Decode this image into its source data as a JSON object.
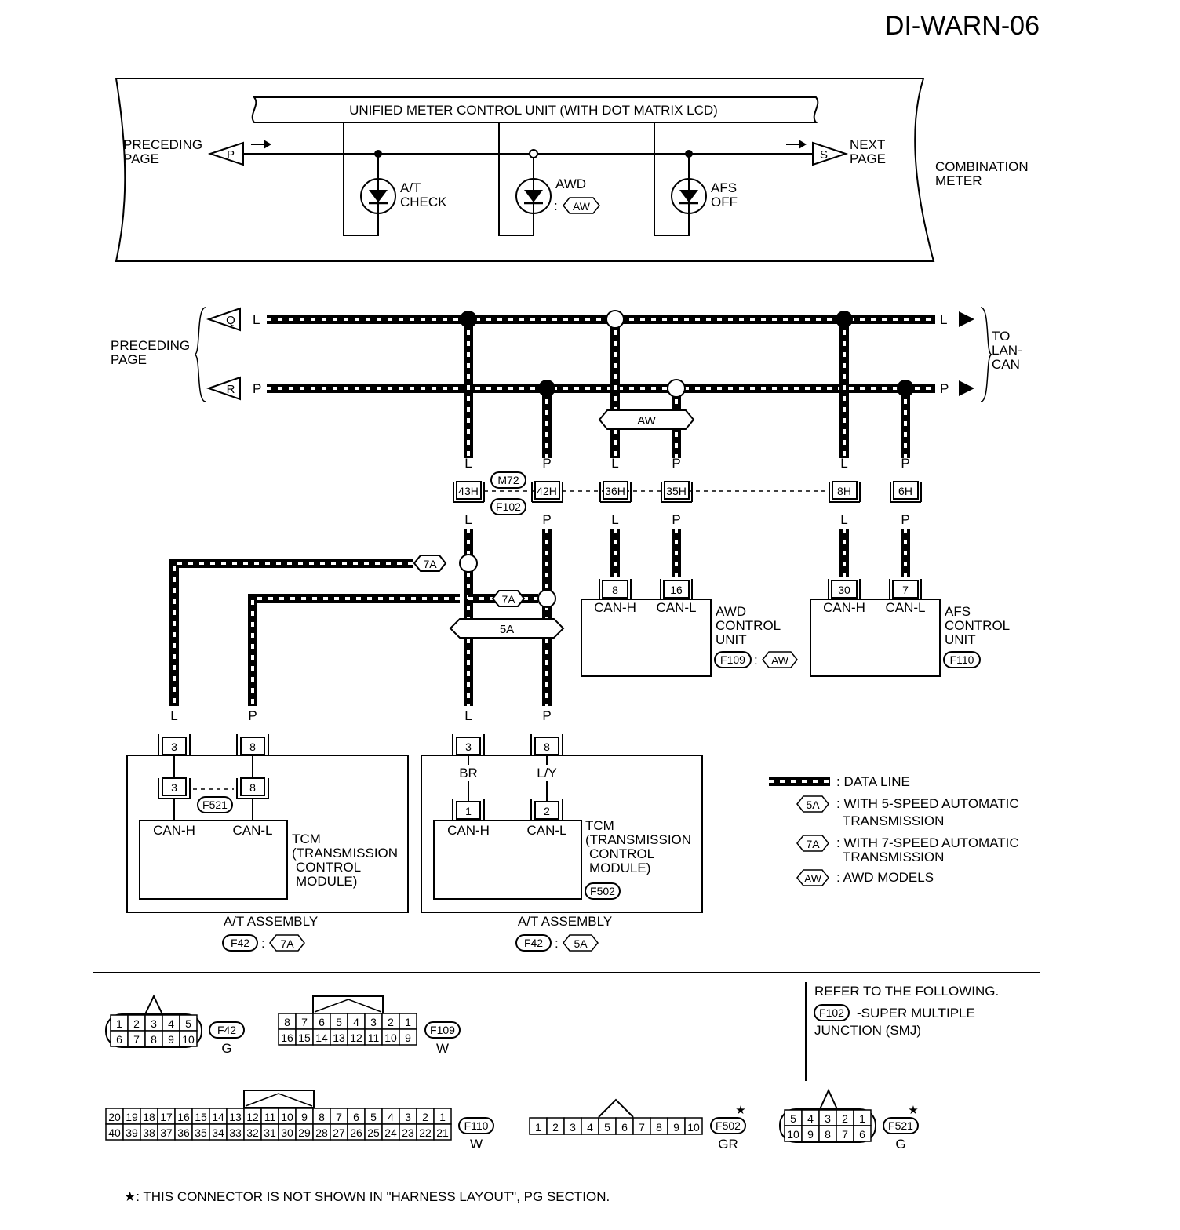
{
  "page_id": "DI-WARN-06",
  "combination_meter": {
    "label_1": "COMBINATION",
    "label_2": "METER",
    "unit_label": "UNIFIED METER CONTROL UNIT (WITH DOT MATRIX LCD)",
    "preceding_1": "PRECEDING",
    "preceding_2": "PAGE",
    "next_1": "NEXT",
    "next_2": "PAGE",
    "conn_in": "P",
    "conn_out": "S",
    "lamp_at_1": "A/T",
    "lamp_at_2": "CHECK",
    "lamp_awd": "AWD",
    "lamp_awd_colon": ":",
    "lamp_afs_1": "AFS",
    "lamp_afs_2": "OFF"
  },
  "can_bus": {
    "preceding_1": "PRECEDING",
    "preceding_2": "PAGE",
    "conn_q": "Q",
    "conn_r": "R",
    "to_1": "TO",
    "to_2": "LAN-",
    "to_3": "CAN",
    "wire_l": "L",
    "wire_p": "P",
    "aw_band": "AW",
    "band_5a": "5A",
    "tag_7a": "7A",
    "m72": "M72",
    "f102": "F102",
    "terminals": [
      "43H",
      "42H",
      "36H",
      "35H",
      "8H",
      "6H"
    ]
  },
  "units": {
    "awd": {
      "name_1": "AWD",
      "name_2": "CONTROL",
      "name_3": "UNIT",
      "conn": "F109",
      "colon": ":",
      "variant": "AW",
      "pins": [
        "8",
        "16"
      ],
      "pin_labels": [
        "CAN-H",
        "CAN-L"
      ]
    },
    "afs": {
      "name_1": "AFS",
      "name_2": "CONTROL",
      "name_3": "UNIT",
      "conn": "F110",
      "pins": [
        "30",
        "7"
      ],
      "pin_labels": [
        "CAN-H",
        "CAN-L"
      ]
    },
    "tcm7": {
      "assembly": "A/T ASSEMBLY",
      "conn": "F42",
      "colon": ":",
      "variant": "7A",
      "inner_conn": "F521",
      "pins": [
        "3",
        "8"
      ],
      "inner_pins": [
        "3",
        "8"
      ],
      "pin_labels": [
        "CAN-H",
        "CAN-L"
      ],
      "wires": [
        "L",
        "P"
      ],
      "name_1": "TCM",
      "name_2": "(TRANSMISSION",
      "name_3": "CONTROL",
      "name_4": "MODULE)"
    },
    "tcm5": {
      "assembly": "A/T ASSEMBLY",
      "conn": "F42",
      "colon": ":",
      "variant": "5A",
      "inner_conn": "F502",
      "pins": [
        "3",
        "8"
      ],
      "inner_pins": [
        "1",
        "2"
      ],
      "pin_labels": [
        "CAN-H",
        "CAN-L"
      ],
      "wires": [
        "L",
        "P"
      ],
      "inner_wires": [
        "BR",
        "L/Y"
      ],
      "name_1": "TCM",
      "name_2": "(TRANSMISSION",
      "name_3": "CONTROL",
      "name_4": "MODULE)"
    }
  },
  "legend": {
    "data_line": ": DATA LINE",
    "sym_5a": "5A",
    "text_5a_1": ": WITH 5-SPEED AUTOMATIC",
    "text_5a_2": "TRANSMISSION",
    "sym_7a": "7A",
    "text_7a_1": ": WITH 7-SPEED AUTOMATIC",
    "text_7a_2": "TRANSMISSION",
    "sym_aw": "AW",
    "text_aw": ": AWD MODELS"
  },
  "refer": {
    "line_1": "REFER TO THE FOLLOWING.",
    "conn": "F102",
    "line_2": "-SUPER MULTIPLE",
    "line_3": "JUNCTION (SMJ)"
  },
  "connectors": {
    "f42": {
      "id": "F42",
      "color": "G",
      "top": [
        "1",
        "2",
        "3",
        "4",
        "5"
      ],
      "bottom": [
        "6",
        "7",
        "8",
        "9",
        "10"
      ]
    },
    "f109": {
      "id": "F109",
      "color": "W",
      "top": [
        "8",
        "7",
        "6",
        "5",
        "4",
        "3",
        "2",
        "1"
      ],
      "bottom": [
        "16",
        "15",
        "14",
        "13",
        "12",
        "11",
        "10",
        "9"
      ]
    },
    "f110": {
      "id": "F110",
      "color": "W",
      "top": [
        "20",
        "19",
        "18",
        "17",
        "16",
        "15",
        "14",
        "13",
        "12",
        "11",
        "10",
        "9",
        "8",
        "7",
        "6",
        "5",
        "4",
        "3",
        "2",
        "1"
      ],
      "bottom": [
        "40",
        "39",
        "38",
        "37",
        "36",
        "35",
        "34",
        "33",
        "32",
        "31",
        "30",
        "29",
        "28",
        "27",
        "26",
        "25",
        "24",
        "23",
        "22",
        "21"
      ]
    },
    "f502": {
      "id": "F502",
      "color": "GR",
      "star": "★",
      "pins": [
        "1",
        "2",
        "3",
        "4",
        "5",
        "6",
        "7",
        "8",
        "9",
        "10"
      ]
    },
    "f521": {
      "id": "F521",
      "color": "G",
      "star": "★",
      "top": [
        "5",
        "4",
        "3",
        "2",
        "1"
      ],
      "bottom": [
        "10",
        "9",
        "8",
        "7",
        "6"
      ]
    }
  },
  "footnote": "★: THIS CONNECTOR IS NOT SHOWN IN \"HARNESS LAYOUT\", PG SECTION."
}
